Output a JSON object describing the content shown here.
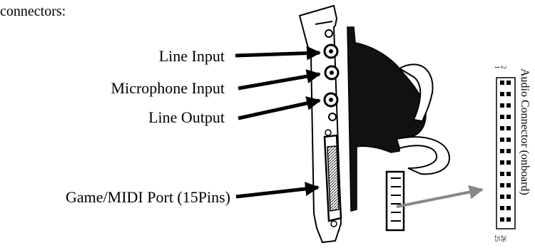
{
  "intro": "connectors:",
  "labels": {
    "line_input": "Line Input",
    "microphone_input": "Microphone Input",
    "line_output": "Line Output",
    "game_midi_port": "Game/MIDI Port (15Pins)"
  },
  "connector": {
    "title": "Audio Connector  (onboard)",
    "pin_top_left": "1",
    "pin_top_right": "2",
    "pin_bottom_left": "25",
    "pin_bottom_right": "26"
  },
  "colors": {
    "ink": "#000000",
    "callout_arrow": "#888888"
  }
}
